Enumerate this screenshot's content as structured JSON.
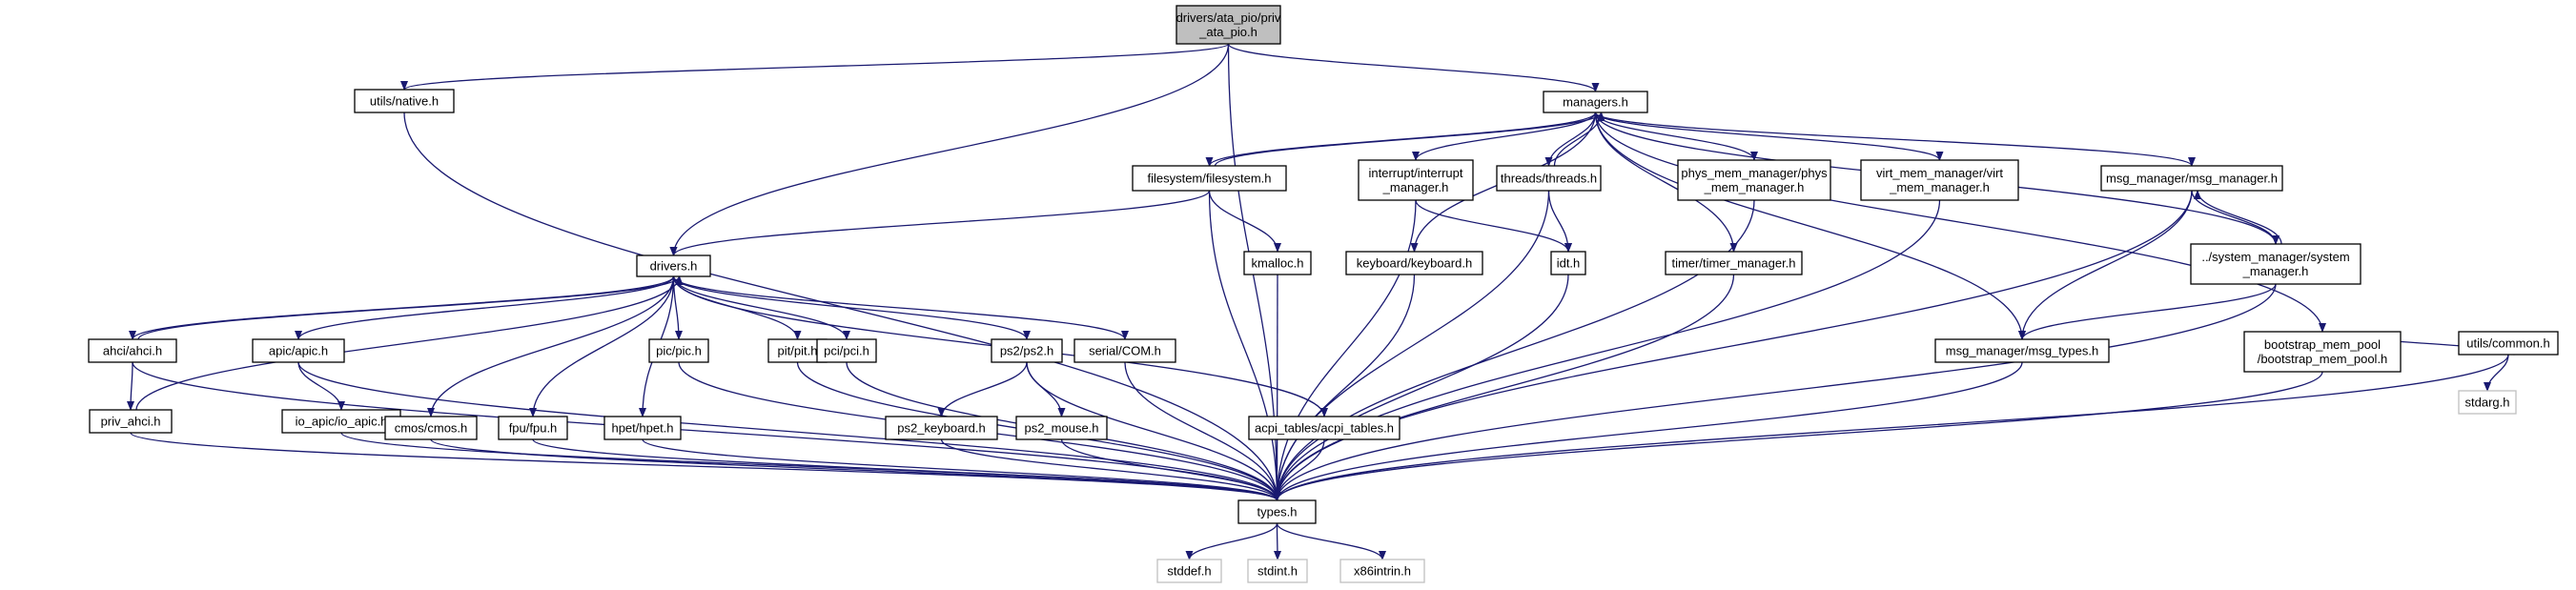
{
  "title": "",
  "colors": {
    "edge": "#191970",
    "root_fill": "#bfbfbf",
    "node_border": "#000000",
    "system_border": "#bfbfbf"
  },
  "nodes": [
    {
      "id": "root",
      "lines": [
        "drivers/ata_pio/priv",
        "_ata_pio.h"
      ],
      "kind": "root"
    },
    {
      "id": "native",
      "lines": [
        "utils/native.h"
      ],
      "kind": "normal"
    },
    {
      "id": "managers",
      "lines": [
        "managers.h"
      ],
      "kind": "normal"
    },
    {
      "id": "filesystem",
      "lines": [
        "filesystem/filesystem.h"
      ],
      "kind": "normal"
    },
    {
      "id": "interrupt",
      "lines": [
        "interrupt/interrupt",
        "_manager.h"
      ],
      "kind": "normal"
    },
    {
      "id": "threads",
      "lines": [
        "threads/threads.h"
      ],
      "kind": "normal"
    },
    {
      "id": "phys",
      "lines": [
        "phys_mem_manager/phys",
        "_mem_manager.h"
      ],
      "kind": "normal"
    },
    {
      "id": "virt",
      "lines": [
        "virt_mem_manager/virt",
        "_mem_manager.h"
      ],
      "kind": "normal"
    },
    {
      "id": "msgmgr",
      "lines": [
        "msg_manager/msg_manager.h"
      ],
      "kind": "normal"
    },
    {
      "id": "drivers",
      "lines": [
        "drivers.h"
      ],
      "kind": "normal"
    },
    {
      "id": "kmalloc",
      "lines": [
        "kmalloc.h"
      ],
      "kind": "normal"
    },
    {
      "id": "keyboard",
      "lines": [
        "keyboard/keyboard.h"
      ],
      "kind": "normal"
    },
    {
      "id": "idt",
      "lines": [
        "idt.h"
      ],
      "kind": "normal"
    },
    {
      "id": "timer",
      "lines": [
        "timer/timer_manager.h"
      ],
      "kind": "normal"
    },
    {
      "id": "sysmgr",
      "lines": [
        "../system_manager/system",
        "_manager.h"
      ],
      "kind": "normal"
    },
    {
      "id": "msgtypes",
      "lines": [
        "msg_manager/msg_types.h"
      ],
      "kind": "normal"
    },
    {
      "id": "bootstrap",
      "lines": [
        "bootstrap_mem_pool",
        "/bootstrap_mem_pool.h"
      ],
      "kind": "normal"
    },
    {
      "id": "ahci",
      "lines": [
        "ahci/ahci.h"
      ],
      "kind": "normal"
    },
    {
      "id": "apic",
      "lines": [
        "apic/apic.h"
      ],
      "kind": "normal"
    },
    {
      "id": "pic",
      "lines": [
        "pic/pic.h"
      ],
      "kind": "normal"
    },
    {
      "id": "pit",
      "lines": [
        "pit/pit.h"
      ],
      "kind": "normal"
    },
    {
      "id": "pci",
      "lines": [
        "pci/pci.h"
      ],
      "kind": "normal"
    },
    {
      "id": "ps2",
      "lines": [
        "ps2/ps2.h"
      ],
      "kind": "normal"
    },
    {
      "id": "serial",
      "lines": [
        "serial/COM.h"
      ],
      "kind": "normal"
    },
    {
      "id": "privahci",
      "lines": [
        "priv_ahci.h"
      ],
      "kind": "normal"
    },
    {
      "id": "ioapic",
      "lines": [
        "io_apic/io_apic.h"
      ],
      "kind": "normal"
    },
    {
      "id": "cmos",
      "lines": [
        "cmos/cmos.h"
      ],
      "kind": "normal"
    },
    {
      "id": "fpu",
      "lines": [
        "fpu/fpu.h"
      ],
      "kind": "normal"
    },
    {
      "id": "hpet",
      "lines": [
        "hpet/hpet.h"
      ],
      "kind": "normal"
    },
    {
      "id": "ps2kb",
      "lines": [
        "ps2_keyboard.h"
      ],
      "kind": "normal"
    },
    {
      "id": "ps2mouse",
      "lines": [
        "ps2_mouse.h"
      ],
      "kind": "normal"
    },
    {
      "id": "acpi",
      "lines": [
        "acpi_tables/acpi_tables.h"
      ],
      "kind": "normal"
    },
    {
      "id": "utilscommon",
      "lines": [
        "utils/common.h"
      ],
      "kind": "normal"
    },
    {
      "id": "types",
      "lines": [
        "types.h"
      ],
      "kind": "normal"
    },
    {
      "id": "stdarg",
      "lines": [
        "stdarg.h"
      ],
      "kind": "system"
    },
    {
      "id": "stddef",
      "lines": [
        "stddef.h"
      ],
      "kind": "system"
    },
    {
      "id": "stdint",
      "lines": [
        "stdint.h"
      ],
      "kind": "system"
    },
    {
      "id": "x86intrin",
      "lines": [
        "x86intrin.h"
      ],
      "kind": "system"
    }
  ],
  "edges": [
    [
      "root",
      "native"
    ],
    [
      "root",
      "managers"
    ],
    [
      "root",
      "drivers"
    ],
    [
      "root",
      "types"
    ],
    [
      "native",
      "types"
    ],
    [
      "managers",
      "filesystem"
    ],
    [
      "managers",
      "interrupt"
    ],
    [
      "managers",
      "threads"
    ],
    [
      "managers",
      "phys"
    ],
    [
      "managers",
      "virt"
    ],
    [
      "managers",
      "msgmgr"
    ],
    [
      "managers",
      "keyboard"
    ],
    [
      "managers",
      "timer"
    ],
    [
      "managers",
      "sysmgr"
    ],
    [
      "managers",
      "msgtypes"
    ],
    [
      "managers",
      "bootstrap"
    ],
    [
      "filesystem",
      "managers"
    ],
    [
      "filesystem",
      "drivers"
    ],
    [
      "filesystem",
      "kmalloc"
    ],
    [
      "filesystem",
      "types"
    ],
    [
      "interrupt",
      "idt"
    ],
    [
      "interrupt",
      "types"
    ],
    [
      "threads",
      "managers"
    ],
    [
      "threads",
      "idt"
    ],
    [
      "threads",
      "types"
    ],
    [
      "phys",
      "types"
    ],
    [
      "virt",
      "types"
    ],
    [
      "msgmgr",
      "sysmgr"
    ],
    [
      "msgmgr",
      "msgtypes"
    ],
    [
      "msgmgr",
      "types"
    ],
    [
      "sysmgr",
      "msgmgr"
    ],
    [
      "sysmgr",
      "msgtypes"
    ],
    [
      "sysmgr",
      "types"
    ],
    [
      "msgtypes",
      "types"
    ],
    [
      "bootstrap",
      "utilscommon"
    ],
    [
      "bootstrap",
      "types"
    ],
    [
      "utilscommon",
      "types"
    ],
    [
      "utilscommon",
      "stdarg"
    ],
    [
      "kmalloc",
      "types"
    ],
    [
      "keyboard",
      "types"
    ],
    [
      "idt",
      "types"
    ],
    [
      "timer",
      "types"
    ],
    [
      "drivers",
      "ahci"
    ],
    [
      "drivers",
      "apic"
    ],
    [
      "drivers",
      "cmos"
    ],
    [
      "drivers",
      "fpu"
    ],
    [
      "drivers",
      "hpet"
    ],
    [
      "drivers",
      "pic"
    ],
    [
      "drivers",
      "pit"
    ],
    [
      "drivers",
      "pci"
    ],
    [
      "drivers",
      "ps2"
    ],
    [
      "drivers",
      "serial"
    ],
    [
      "drivers",
      "acpi"
    ],
    [
      "ahci",
      "drivers"
    ],
    [
      "ahci",
      "privahci"
    ],
    [
      "ahci",
      "types"
    ],
    [
      "privahci",
      "drivers"
    ],
    [
      "privahci",
      "types"
    ],
    [
      "apic",
      "ioapic"
    ],
    [
      "apic",
      "types"
    ],
    [
      "ioapic",
      "types"
    ],
    [
      "cmos",
      "types"
    ],
    [
      "fpu",
      "types"
    ],
    [
      "hpet",
      "types"
    ],
    [
      "pic",
      "types"
    ],
    [
      "pit",
      "types"
    ],
    [
      "pci",
      "types"
    ],
    [
      "ps2",
      "ps2kb"
    ],
    [
      "ps2",
      "ps2mouse"
    ],
    [
      "ps2",
      "types"
    ],
    [
      "ps2kb",
      "types"
    ],
    [
      "ps2mouse",
      "types"
    ],
    [
      "serial",
      "types"
    ],
    [
      "acpi",
      "types"
    ],
    [
      "types",
      "stddef"
    ],
    [
      "types",
      "stdint"
    ],
    [
      "types",
      "x86intrin"
    ]
  ]
}
